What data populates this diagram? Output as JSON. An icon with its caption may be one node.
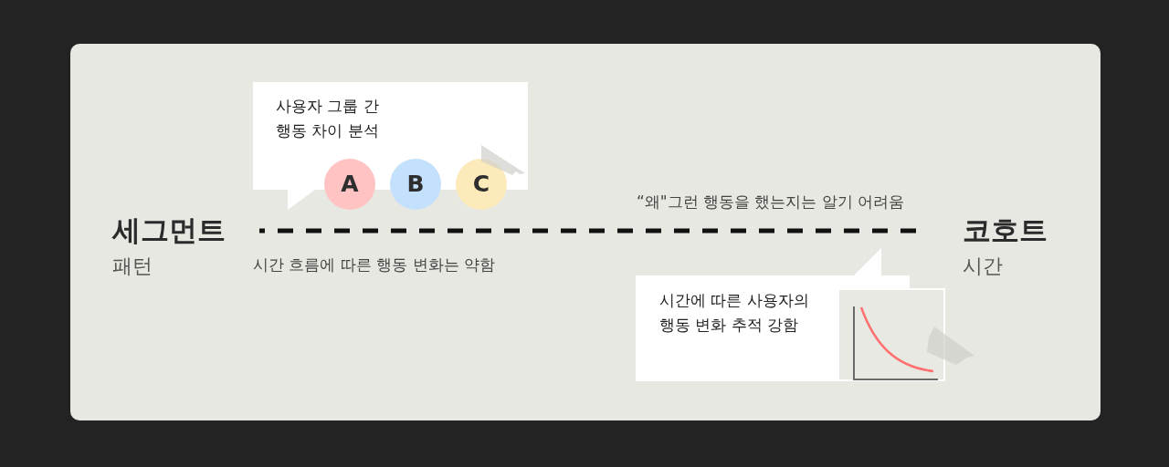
{
  "diagram": {
    "nodes": [
      {
        "text": [
          "사용자 그룹 간 행동 차이 분석"
        ]
      },
      {
        "text": [
          "A"
        ],
        "in": 0
      },
      {
        "text": [
          "B"
        ],
        "in": 0
      },
      {
        "text": [
          "C"
        ],
        "in": 0
      },
      {
        "text": [
          "세그먼트",
          "패턴"
        ]
      },
      {
        "text": [
          "코호트",
          "시간"
        ]
      },
      {
        "text": [
          "시간에 따른 사용자의 행동 변화 추적 강함"
        ]
      }
    ],
    "edges": [
      {
        "from": 4,
        "to": 5,
        "arrow": "none",
        "style": "dashed"
      }
    ],
    "labels": [
      "“왜\"그런 행동을 했는지는 알기 어려움",
      "시간 흐름에 따른 행동 변화는 약함"
    ]
  }
}
